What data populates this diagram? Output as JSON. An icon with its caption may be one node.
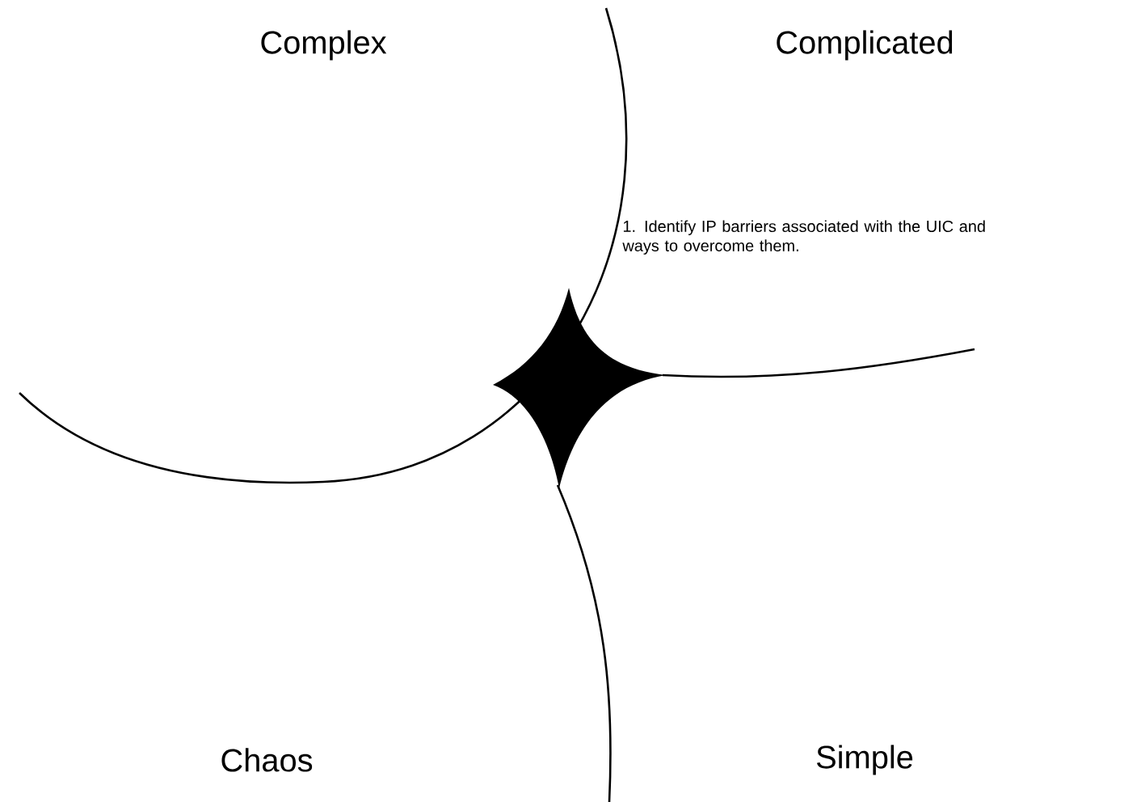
{
  "diagram": {
    "labels": [
      "Complex",
      "Complicated",
      "1. Identify IP barriers associated with the UIC and ways to overcome them.",
      "Chaos",
      "Simple"
    ]
  }
}
